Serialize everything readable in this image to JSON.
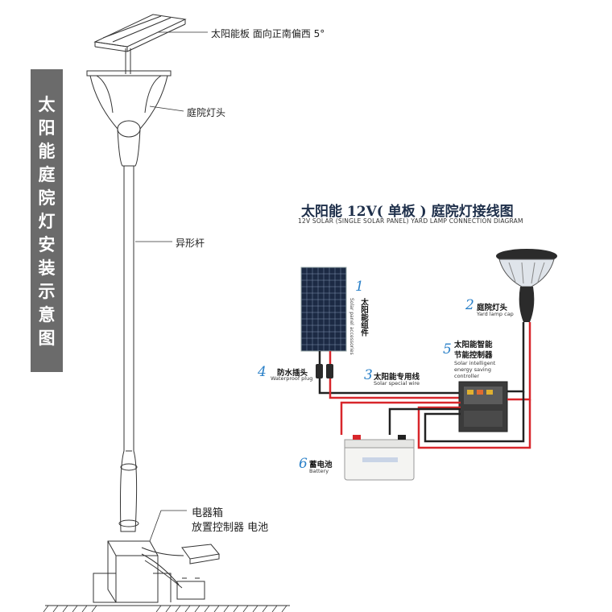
{
  "side_title": [
    "太",
    "阳",
    "能",
    "庭",
    "院",
    "灯",
    "安",
    "装",
    "示",
    "意",
    "图"
  ],
  "pole_labels": {
    "solar_panel": "太阳能板 面向正南偏西 5°",
    "lamp_head": "庭院灯头",
    "pole": "异形杆",
    "box_line1": "电器箱",
    "box_line2": "放置控制器 电池"
  },
  "wiring": {
    "title": "太阳能 12V( 单板 ) 庭院灯接线图",
    "subtitle": "12V SOLAR (SINGLE SOLAR PANEL) YARD LAMP CONNECTION DIAGRAM",
    "components": [
      {
        "num": "1",
        "cn": "太阳能组件",
        "en": "Solar panel accessories"
      },
      {
        "num": "2",
        "cn": "庭院灯头",
        "en": "Yard lamp cap"
      },
      {
        "num": "3",
        "cn": "太阳能专用线",
        "en": "Solar special wire"
      },
      {
        "num": "4",
        "cn": "防水插头",
        "en": "Waterproof plug"
      },
      {
        "num": "5",
        "cn_line1": "太阳能智能",
        "cn_line2": "节能控制器",
        "en_line1": "Solar intelligent",
        "en_line2": "energy saving",
        "en_line3": "controller"
      },
      {
        "num": "6",
        "cn": "蓄电池",
        "en": "Battery"
      }
    ]
  },
  "colors": {
    "wire_red": "#d8262b",
    "wire_black": "#222222",
    "title_box": "#6b6b6b",
    "number_blue": "#2a80c8"
  }
}
